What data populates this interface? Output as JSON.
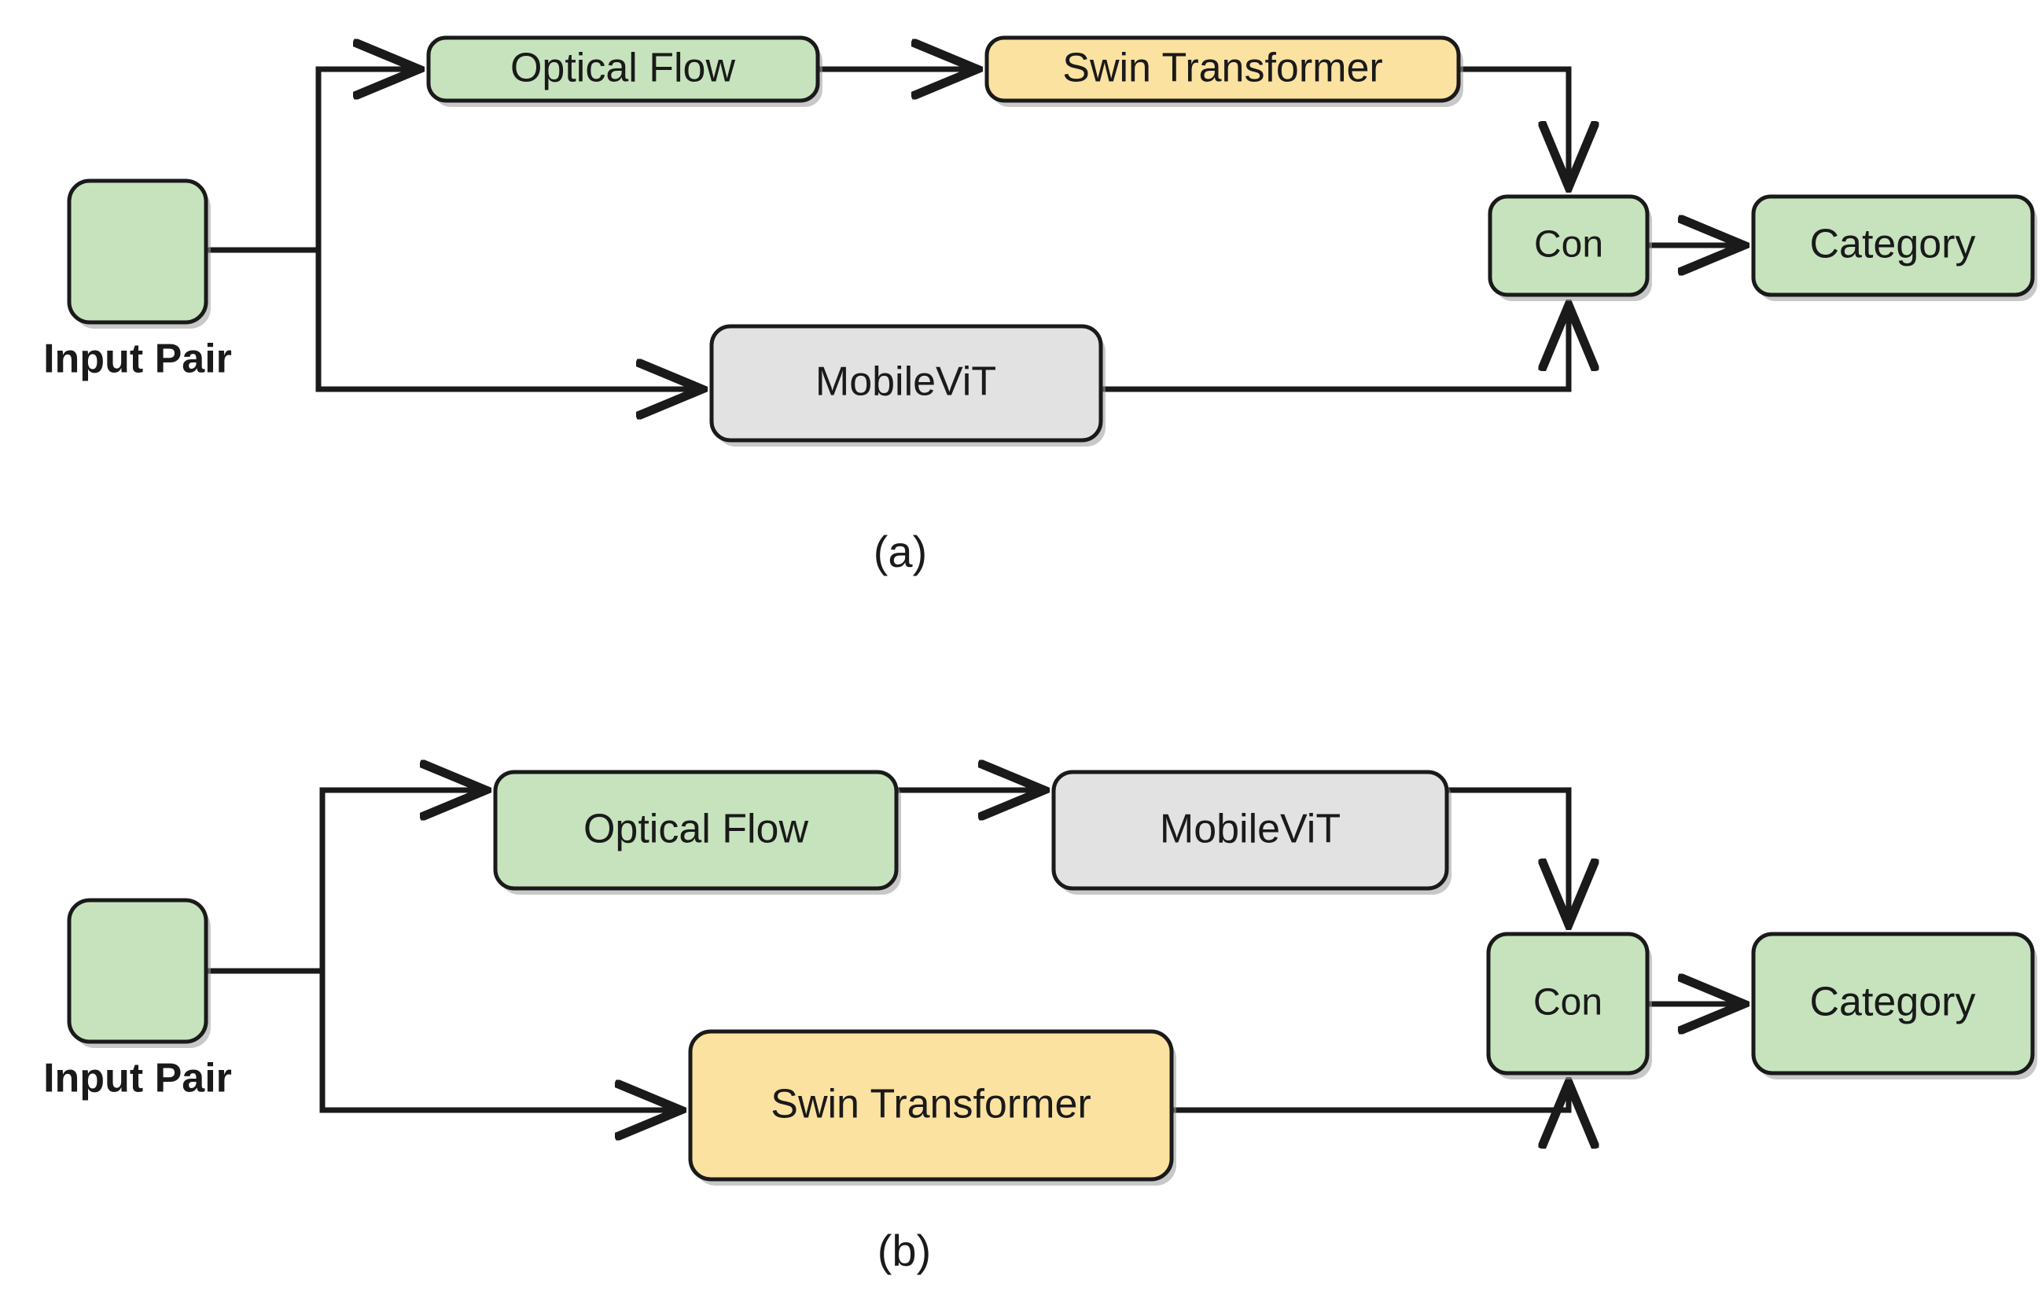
{
  "figure": {
    "background_color": "#ffffff",
    "line_color": "#1a1a1a",
    "text_color": "#1a1a1a",
    "colors": {
      "green": "#c6e3bd",
      "yellow": "#fce2a0",
      "gray": "#e2e2e2",
      "border": "#1a1a1a"
    },
    "panels": [
      {
        "id": "panel-a",
        "caption": "(a)",
        "nodes": {
          "input": "Input Pair",
          "top_first": "Optical Flow",
          "top_second": "Swin Transformer",
          "bottom": "MobileViT",
          "concat": "Con",
          "output": "Category"
        }
      },
      {
        "id": "panel-b",
        "caption": "(b)",
        "nodes": {
          "input": "Input Pair",
          "top_first": "Optical Flow",
          "top_second": "MobileViT",
          "bottom": "Swin Transformer",
          "concat": "Con",
          "output": "Category"
        }
      }
    ]
  }
}
